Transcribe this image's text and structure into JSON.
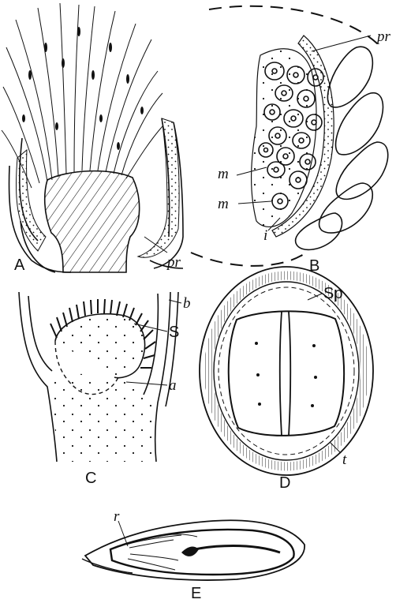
{
  "panels": {
    "A": {
      "label": "A",
      "callouts": {
        "pr": "pr"
      }
    },
    "B": {
      "label": "B",
      "callouts": {
        "pr": "pr",
        "m1": "m",
        "m2": "m",
        "i": "i"
      }
    },
    "C": {
      "label": "C",
      "callouts": {
        "b": "b",
        "S": "S",
        "a": "a"
      }
    },
    "D": {
      "label": "D",
      "callouts": {
        "Sp": "Sp",
        "t": "t"
      }
    },
    "E": {
      "label": "E",
      "callouts": {
        "r": "r"
      }
    }
  }
}
